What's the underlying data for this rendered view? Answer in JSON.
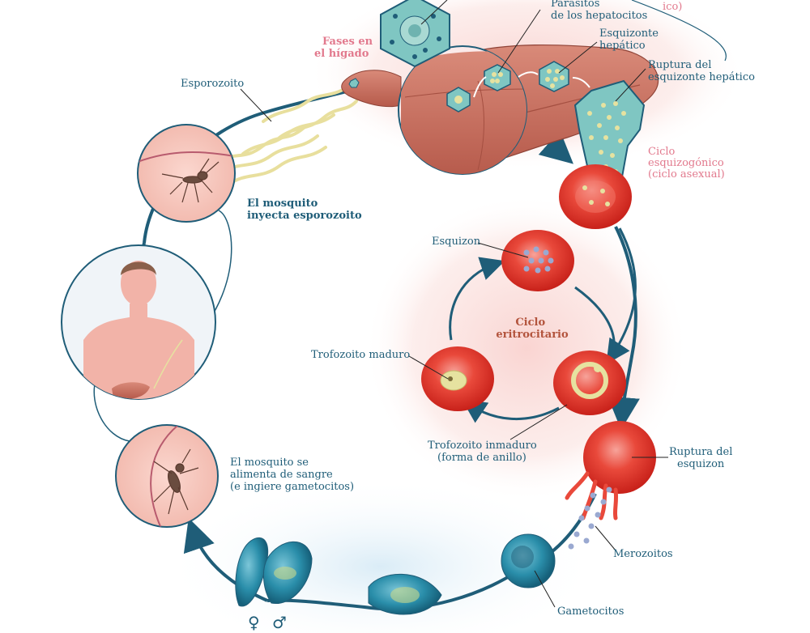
{
  "colors": {
    "label_text": "#1f5d78",
    "pink_label": "#e2798d",
    "brown_label": "#b3543d",
    "cycle_line": "#1f5d78",
    "liver": "#c96e5e",
    "rbc": "#e03a2c",
    "parasite": "#e6e2a0",
    "gametocyte": "#2a8eaa",
    "skin": "#f6c4ba"
  },
  "labels": {
    "top_clipped_pink": "ico)",
    "parasitos_line1": "Parásitos",
    "parasitos_line2": "de los hepatocitos",
    "esquizonte_line1": "Esquizonte",
    "esquizonte_line2": "hepático",
    "ruptura_hep_line1": "Ruptura del",
    "ruptura_hep_line2": "esquizonte hepático",
    "fases_line1": "Fases en",
    "fases_line2": "el hígado",
    "esporozoito": "Esporozoito",
    "ciclo_esq_line1": "Ciclo",
    "ciclo_esq_line2": "esquizogónico",
    "ciclo_esq_line3": "(ciclo asexual)",
    "mosquito_inyecta_line1": "El mosquito",
    "mosquito_inyecta_line2": "inyecta esporozoito",
    "esquizon": "Esquizon",
    "ciclo_eri_line1": "Ciclo",
    "ciclo_eri_line2": "eritrocitario",
    "trofozoito_maduro": "Trofozoito maduro",
    "trofozoito_inmaduro_line1": "Trofozoito inmaduro",
    "trofozoito_inmaduro_line2": "(forma de anillo)",
    "ruptura_esq_line1": "Ruptura del",
    "ruptura_esq_line2": "esquizon",
    "mosquito_alimenta_line1": "El mosquito se",
    "mosquito_alimenta_line2": "alimenta de sangre",
    "mosquito_alimenta_line3": "(e ingiere gametocitos)",
    "merozoitos": "Merozoitos",
    "gametocitos": "Gametocitos",
    "female_symbol": "♀",
    "male_symbol": "♂"
  },
  "icons": [
    "mosquito-icon",
    "human-figure-icon",
    "liver-icon",
    "red-blood-cell-icon",
    "hepatocyte-icon",
    "gametocyte-icon"
  ]
}
